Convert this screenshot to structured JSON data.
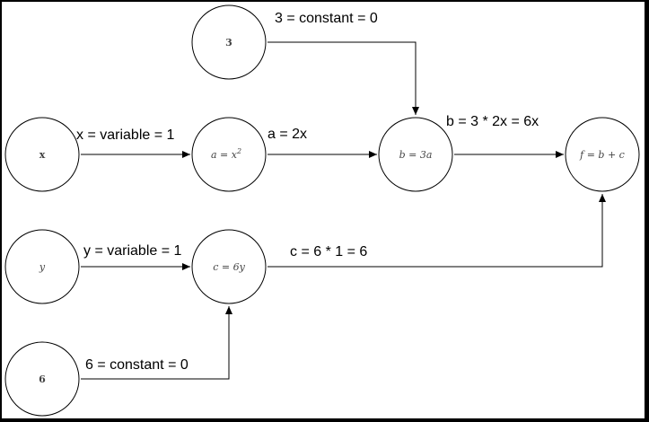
{
  "diagram": {
    "nodes": {
      "x": {
        "label": "x"
      },
      "y": {
        "label": "y"
      },
      "six": {
        "label": "6"
      },
      "three": {
        "label": "3"
      },
      "a": {
        "label_main": "a = x",
        "label_sup": "2"
      },
      "c": {
        "label": "c = 6y"
      },
      "b": {
        "label": "b = 3a"
      },
      "f": {
        "label": "f = b + c"
      }
    },
    "edges": {
      "x_to_a": {
        "label": "x = variable = 1"
      },
      "a_to_b": {
        "label": "a = 2x"
      },
      "three_to_b": {
        "label": "3 = constant = 0"
      },
      "b_to_f": {
        "label": "b = 3 * 2x = 6x"
      },
      "y_to_c": {
        "label": "y = variable = 1"
      },
      "c_to_f": {
        "label": "c = 6 * 1 = 6"
      },
      "six_to_c": {
        "label": "6 = constant = 0"
      }
    },
    "colors": {
      "stroke": "#000000",
      "node_fill": "#ffffff",
      "node_text": "#444444"
    }
  }
}
